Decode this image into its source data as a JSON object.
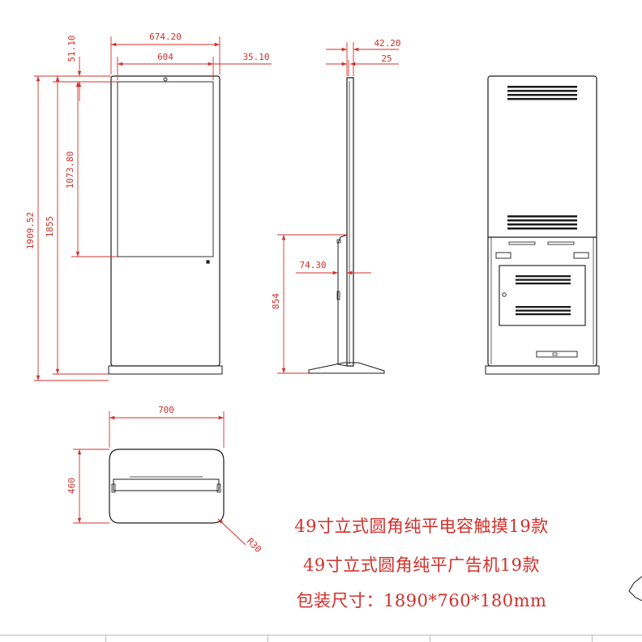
{
  "dimensions": {
    "outer_width": "674.20",
    "screen_width": "604",
    "bezel_top": "51.10",
    "bezel_side": "35.10",
    "total_height": "1909.52",
    "body_height": "1855",
    "screen_height": "1073.80",
    "depth": "42.20",
    "panel_depth": "25",
    "screen_offset": "74.30",
    "bottom_height": "854",
    "base_width": "700",
    "base_depth": "460",
    "corner_radius": "R30"
  },
  "title": {
    "line1": "49寸立式圆角纯平电容触摸19款",
    "line2": "49寸立式圆角纯平广告机19款",
    "line3": "包装尺寸：1890*760*180mm"
  },
  "colors": {
    "dimension": "#d0302a",
    "outline": "#1a1a1a"
  }
}
